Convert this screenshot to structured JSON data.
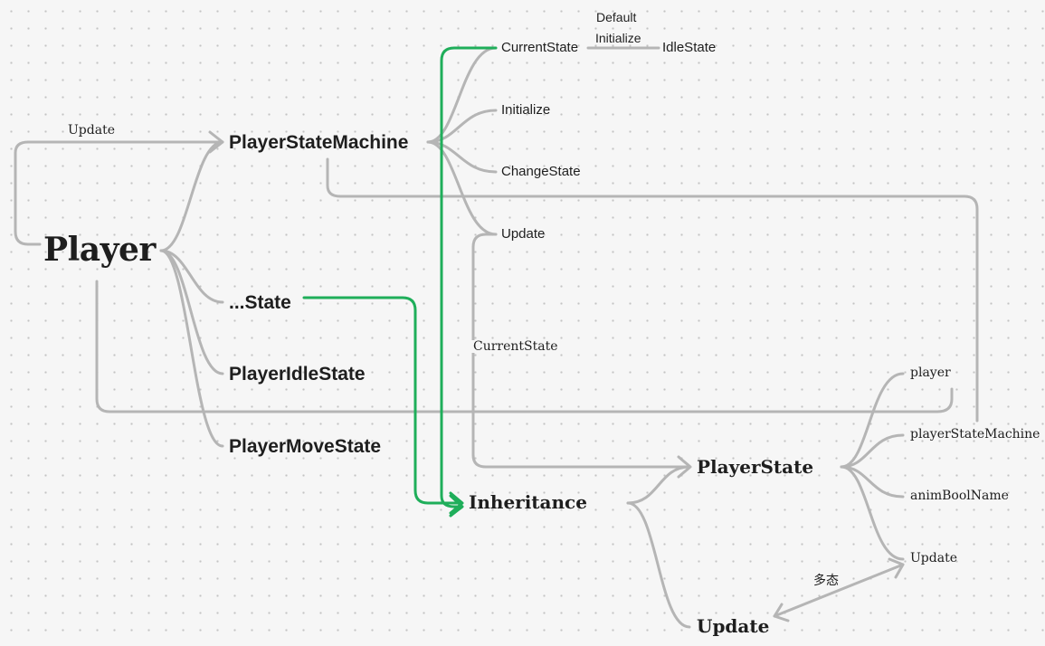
{
  "colors": {
    "line": "#b5b5b5",
    "inheritance": "#1fae5a",
    "text": "#1e1e1e",
    "background": "#f6f6f6"
  },
  "nodes": {
    "player": "Player",
    "state_machine": "PlayerStateMachine",
    "current_state": "CurrentState",
    "initialize": "Initialize",
    "change_state": "ChangeState",
    "sm_update": "Update",
    "idle_state_target": "IdleState",
    "generic_state": "...State",
    "player_idle_state": "PlayerIdleState",
    "player_move_state": "PlayerMoveState",
    "inheritance": "Inheritance",
    "player_state": "PlayerState",
    "field_player": "player",
    "field_state_machine": "playerStateMachine",
    "field_anim_bool": "animBoolName",
    "ps_update": "Update",
    "update_override": "Update"
  },
  "labels": {
    "update_edge": "Update",
    "default": "Default",
    "initialize_edge": "Initialize",
    "current_state_edge": "CurrentState",
    "polymorphism": "多态"
  }
}
